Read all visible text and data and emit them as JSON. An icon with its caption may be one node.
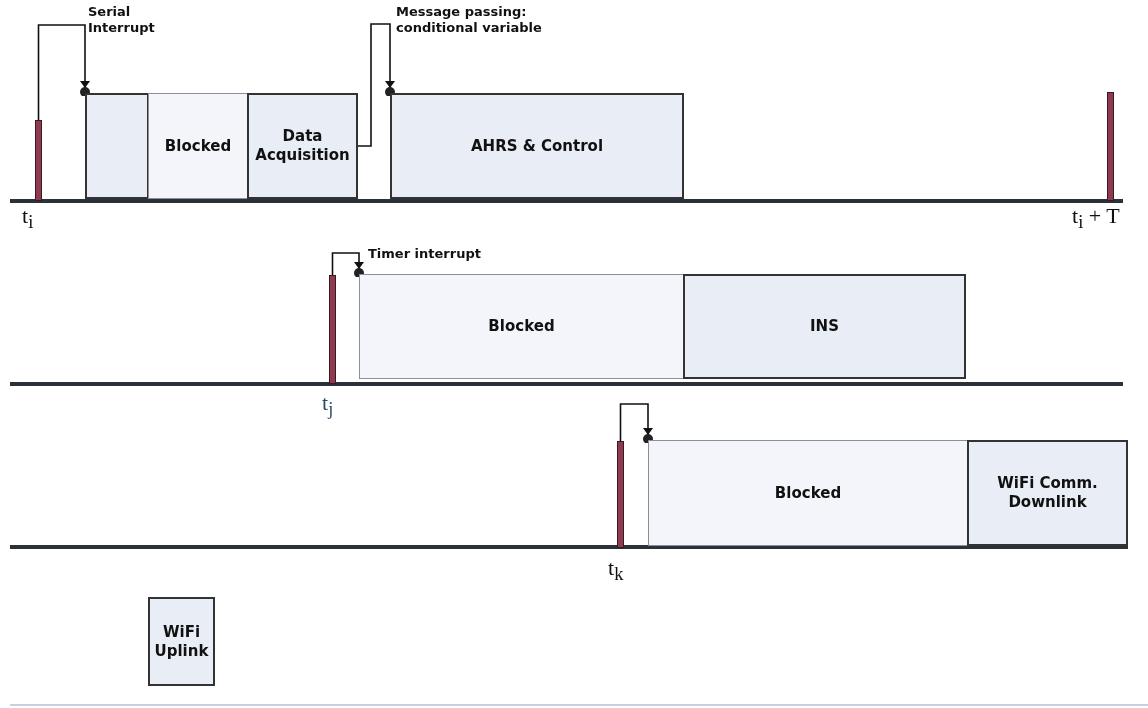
{
  "diagram": {
    "nodes": [
      {
        "text": [],
        "shape": "bar",
        "beside": [
          "t$_{i}$"
        ]
      },
      {
        "text": [],
        "shape": "box"
      },
      {
        "text": [
          "Blocked"
        ]
      },
      {
        "text": [
          "Data Acquisition"
        ]
      },
      {
        "text": [
          "AHRS & Control"
        ]
      },
      {
        "text": [],
        "shape": "bar",
        "beside": [
          "t$_{i}$ + T"
        ]
      },
      {
        "text": [],
        "shape": "bar",
        "beside": [
          "t$_{j}$"
        ]
      },
      {
        "text": [
          "Blocked"
        ]
      },
      {
        "text": [
          "INS"
        ]
      },
      {
        "text": [],
        "shape": "bar",
        "beside": [
          "t$_{k}$"
        ]
      },
      {
        "text": [
          "Blocked"
        ]
      },
      {
        "text": [
          "WiFi Comm. Downlink"
        ]
      },
      {
        "text": [
          "WiFi Uplink"
        ]
      }
    ],
    "edges": [
      {
        "from": 0,
        "to": 1,
        "arrow": "to",
        "label": "Serial Interrupt"
      },
      {
        "from": 3,
        "to": 4,
        "arrow": "to",
        "label": "Message passing: conditional variable"
      },
      {
        "from": 6,
        "to": 7,
        "arrow": "to",
        "label": "Timer interrupt"
      },
      {
        "from": 9,
        "to": 10,
        "arrow": "to"
      }
    ]
  }
}
